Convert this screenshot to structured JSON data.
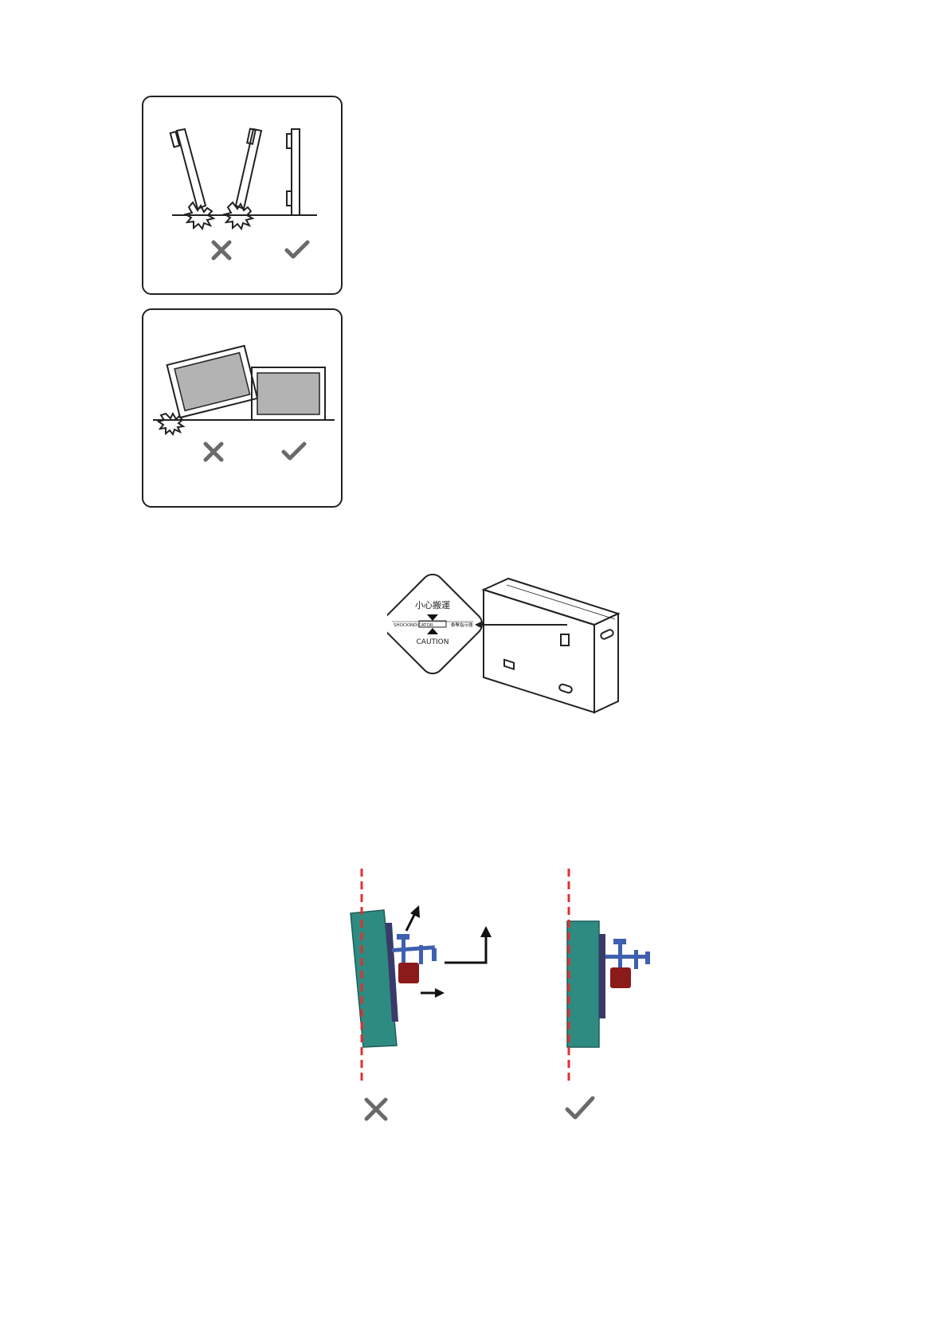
{
  "icons": {
    "wrong": "cross-icon",
    "right": "check-icon",
    "mark_color": "#6a6a6a"
  },
  "package": {
    "label_top": "小心搬運",
    "label_left": "SHOCKINDICATOR",
    "label_right": "衝擊指示器",
    "label_bottom": "CAUTION"
  },
  "colors": {
    "panel_face": "#b3b3b3",
    "display_body": "#2e8b82",
    "bracket": "#3f5fb0",
    "bracket_dark": "#3a3a6a",
    "weight": "#8b1a1a",
    "plumb_line": "#e03030"
  }
}
